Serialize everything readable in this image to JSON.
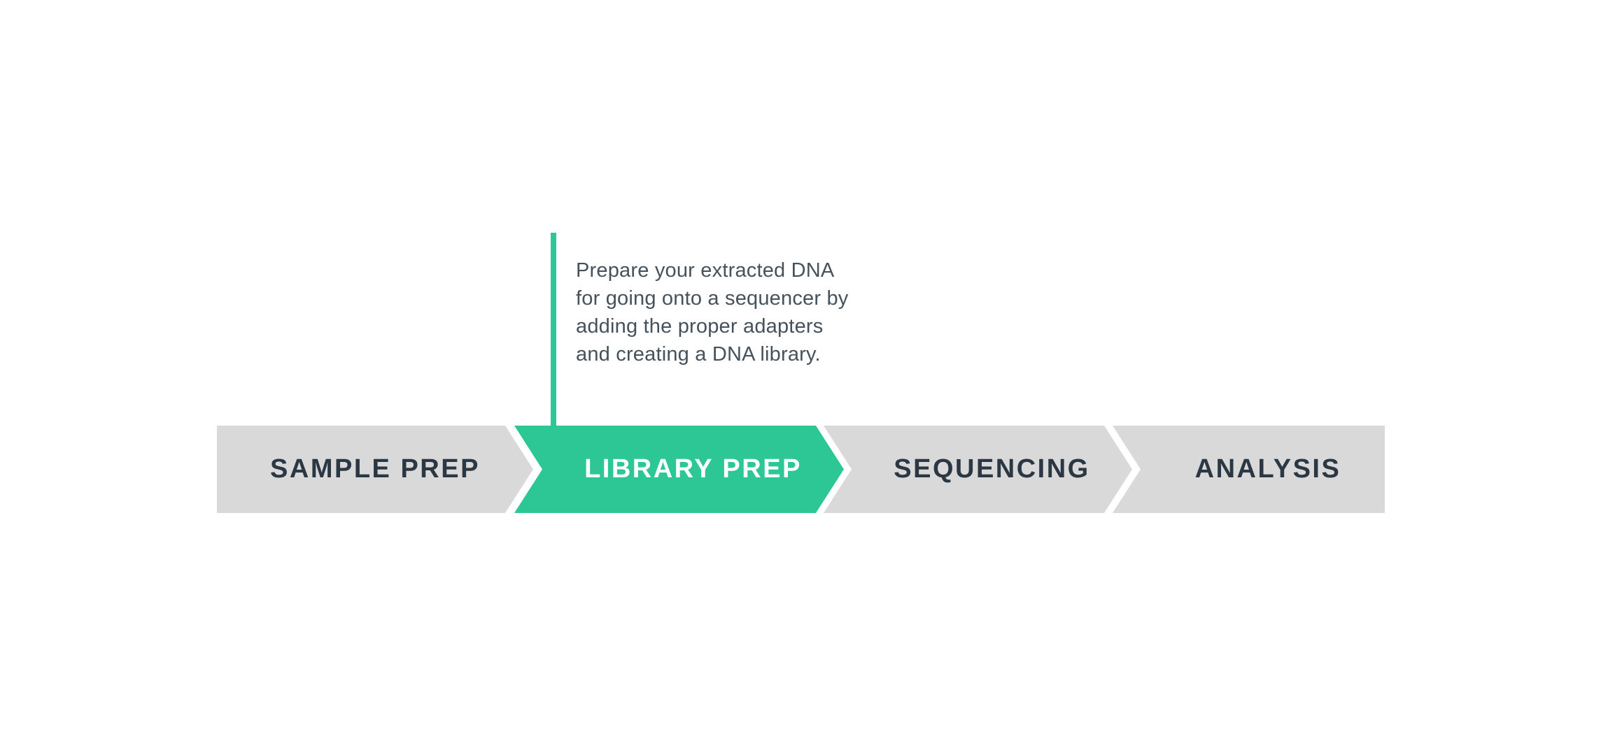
{
  "callout": {
    "lines": [
      "Prepare your extracted DNA",
      "for going onto a sequencer by",
      "adding the proper adapters",
      "and creating a DNA library."
    ],
    "full_text": "Prepare your extracted DNA for going onto a sequencer by adding the proper adapters and creating a DNA library.",
    "points_to_step": "LIBRARY PREP",
    "line_color": "#2dc795",
    "text_color": "#45525b"
  },
  "process": {
    "steps": [
      {
        "label": "SAMPLE PREP",
        "state": "inactive"
      },
      {
        "label": "LIBRARY PREP",
        "state": "active"
      },
      {
        "label": "SEQUENCING",
        "state": "inactive"
      },
      {
        "label": "ANALYSIS",
        "state": "inactive"
      }
    ],
    "colors": {
      "active_bg": "#2dc795",
      "active_text": "#ffffff",
      "inactive_bg": "#d9d9d9",
      "inactive_text": "#2b3844",
      "separator": "#ffffff"
    }
  }
}
